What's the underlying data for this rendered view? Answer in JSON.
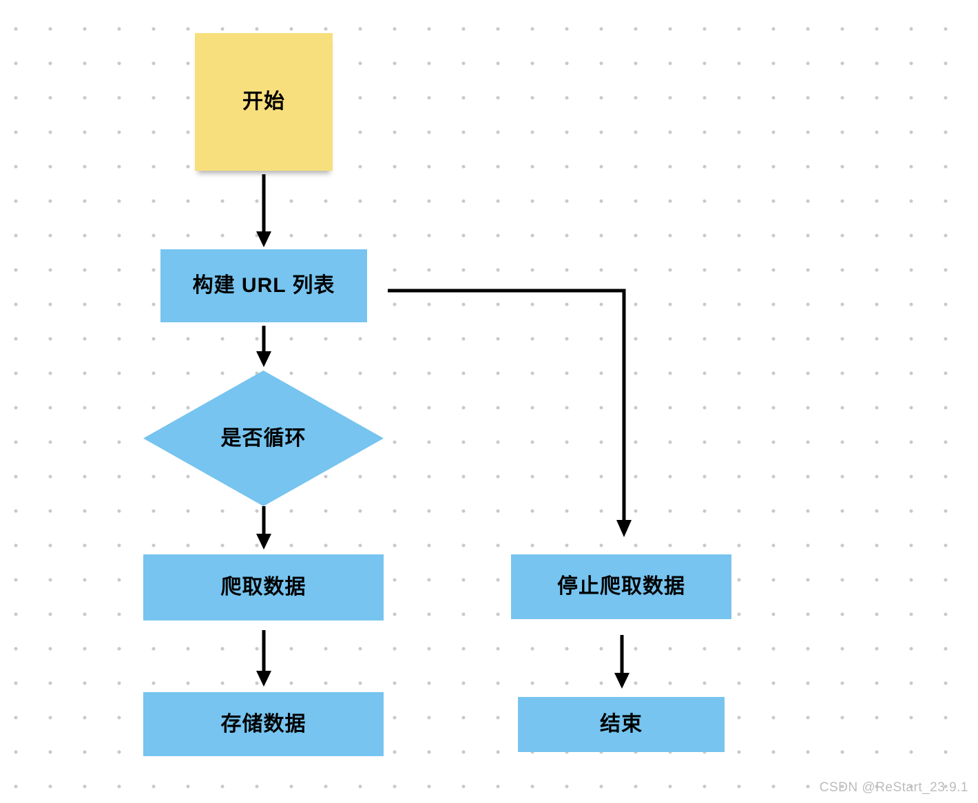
{
  "colors": {
    "sticky_yellow": "#F8DF7D",
    "node_blue": "#76C4EF",
    "connector_black": "#000000",
    "grid_dot_gray": "#C9C9C9",
    "watermark_gray": "#BCBCBC"
  },
  "diagram": {
    "type": "flowchart",
    "nodes": [
      {
        "id": "start",
        "label": "开始",
        "shape": "sticky-note"
      },
      {
        "id": "build-url-list",
        "label": "构建 URL 列表",
        "shape": "rect"
      },
      {
        "id": "loop-decision",
        "label": "是否循环",
        "shape": "diamond"
      },
      {
        "id": "crawl-data",
        "label": "爬取数据",
        "shape": "rect"
      },
      {
        "id": "store-data",
        "label": "存储数据",
        "shape": "rect"
      },
      {
        "id": "stop-crawl-data",
        "label": "停止爬取数据",
        "shape": "rect"
      },
      {
        "id": "end",
        "label": "结束",
        "shape": "rect"
      }
    ],
    "edges": [
      {
        "from": "start",
        "to": "build-url-list"
      },
      {
        "from": "build-url-list",
        "to": "loop-decision"
      },
      {
        "from": "build-url-list",
        "to": "stop-crawl-data",
        "routing": "elbow-right"
      },
      {
        "from": "loop-decision",
        "to": "crawl-data"
      },
      {
        "from": "crawl-data",
        "to": "store-data"
      },
      {
        "from": "stop-crawl-data",
        "to": "end"
      }
    ]
  },
  "watermark": {
    "text": "CSDN @ReStart_23.9.1"
  }
}
